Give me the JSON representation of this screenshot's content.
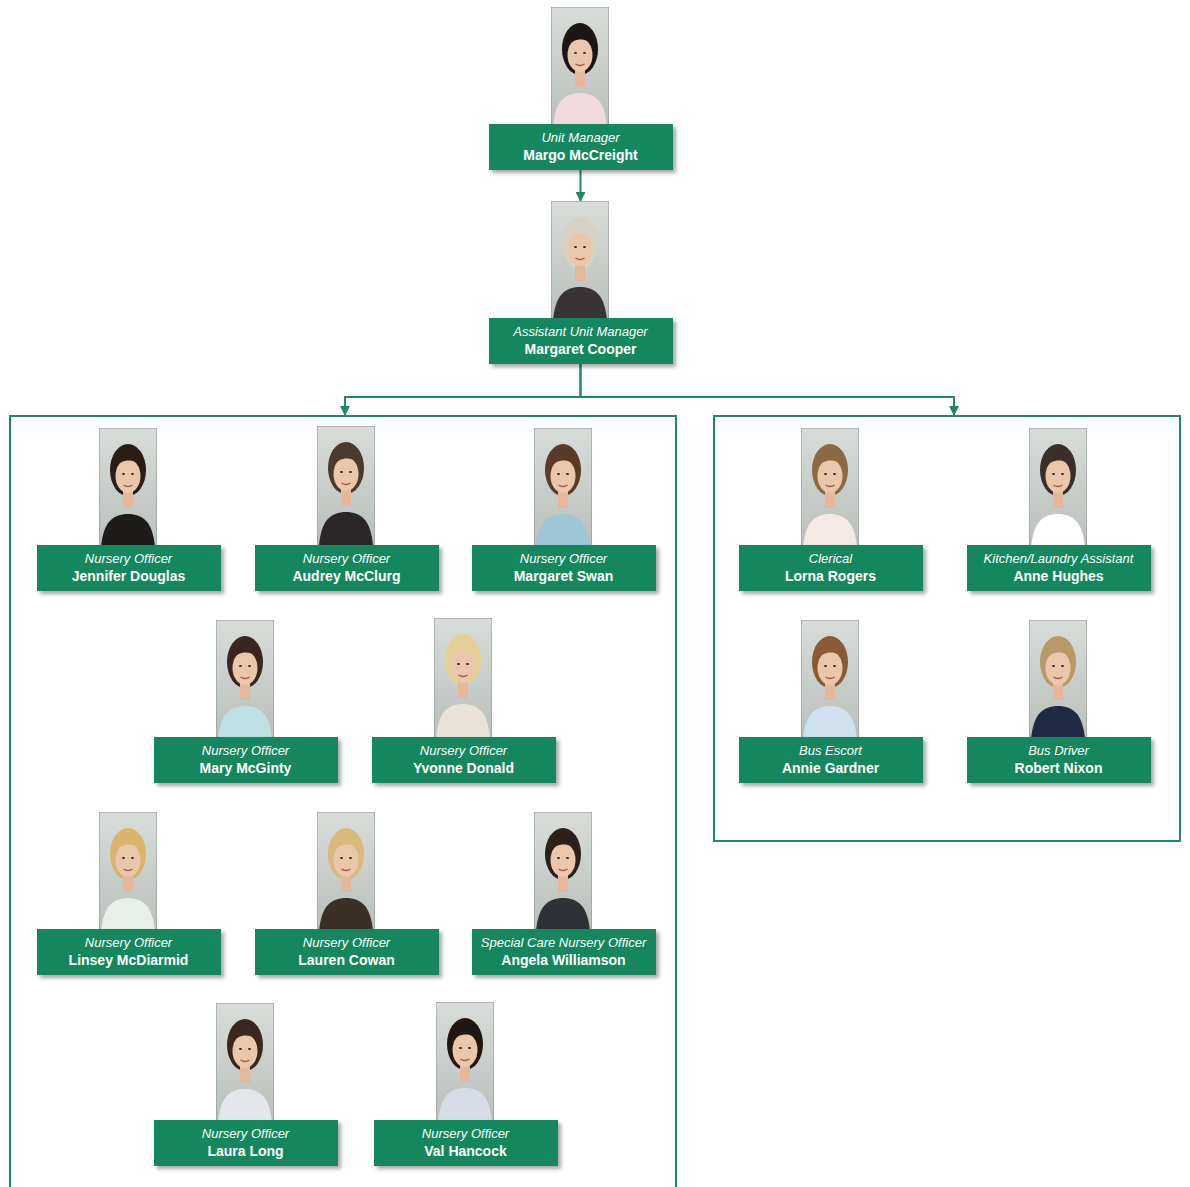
{
  "diagram": {
    "nodes": [
      {
        "text": [
          "Unit Manager",
          "Margo McCreight"
        ]
      },
      {
        "text": [
          "Assistant Unit Manager",
          "Margaret Cooper"
        ]
      },
      {
        "text": []
      },
      {
        "text": [
          "Nursery Officer",
          "Jennifer Douglas"
        ],
        "in": 2
      },
      {
        "text": [
          "Nursery Officer",
          "Audrey McClurg"
        ],
        "in": 2
      },
      {
        "text": [
          "Nursery Officer",
          "Margaret Swan"
        ],
        "in": 2
      },
      {
        "text": [
          "Nursery Officer",
          "Mary McGinty"
        ],
        "in": 2
      },
      {
        "text": [
          "Nursery Officer",
          "Yvonne Donald"
        ],
        "in": 2
      },
      {
        "text": [
          "Nursery Officer",
          "Linsey McDiarmid"
        ],
        "in": 2
      },
      {
        "text": [
          "Nursery Officer",
          "Lauren Cowan"
        ],
        "in": 2
      },
      {
        "text": [
          "Special Care Nursery Officer",
          "Angela Williamson"
        ],
        "in": 2
      },
      {
        "text": [
          "Nursery Officer",
          "Laura Long"
        ],
        "in": 2
      },
      {
        "text": [
          "Nursery Officer",
          "Val Hancock"
        ],
        "in": 2
      },
      {
        "text": []
      },
      {
        "text": [
          "Clerical",
          "Lorna Rogers"
        ],
        "in": 13
      },
      {
        "text": [
          "Kitchen/Laundry Assistant",
          "Anne Hughes"
        ],
        "in": 13
      },
      {
        "text": [
          "Bus Escort",
          "Annie Gardner"
        ],
        "in": 13
      },
      {
        "text": [
          "Bus Driver",
          "Robert Nixon"
        ],
        "in": 13
      }
    ],
    "edges": [
      {
        "from": 0,
        "to": 1,
        "arrow": "to"
      },
      {
        "from": 1,
        "to": 2,
        "arrow": "to"
      },
      {
        "from": 1,
        "to": 13,
        "arrow": "to"
      }
    ]
  }
}
